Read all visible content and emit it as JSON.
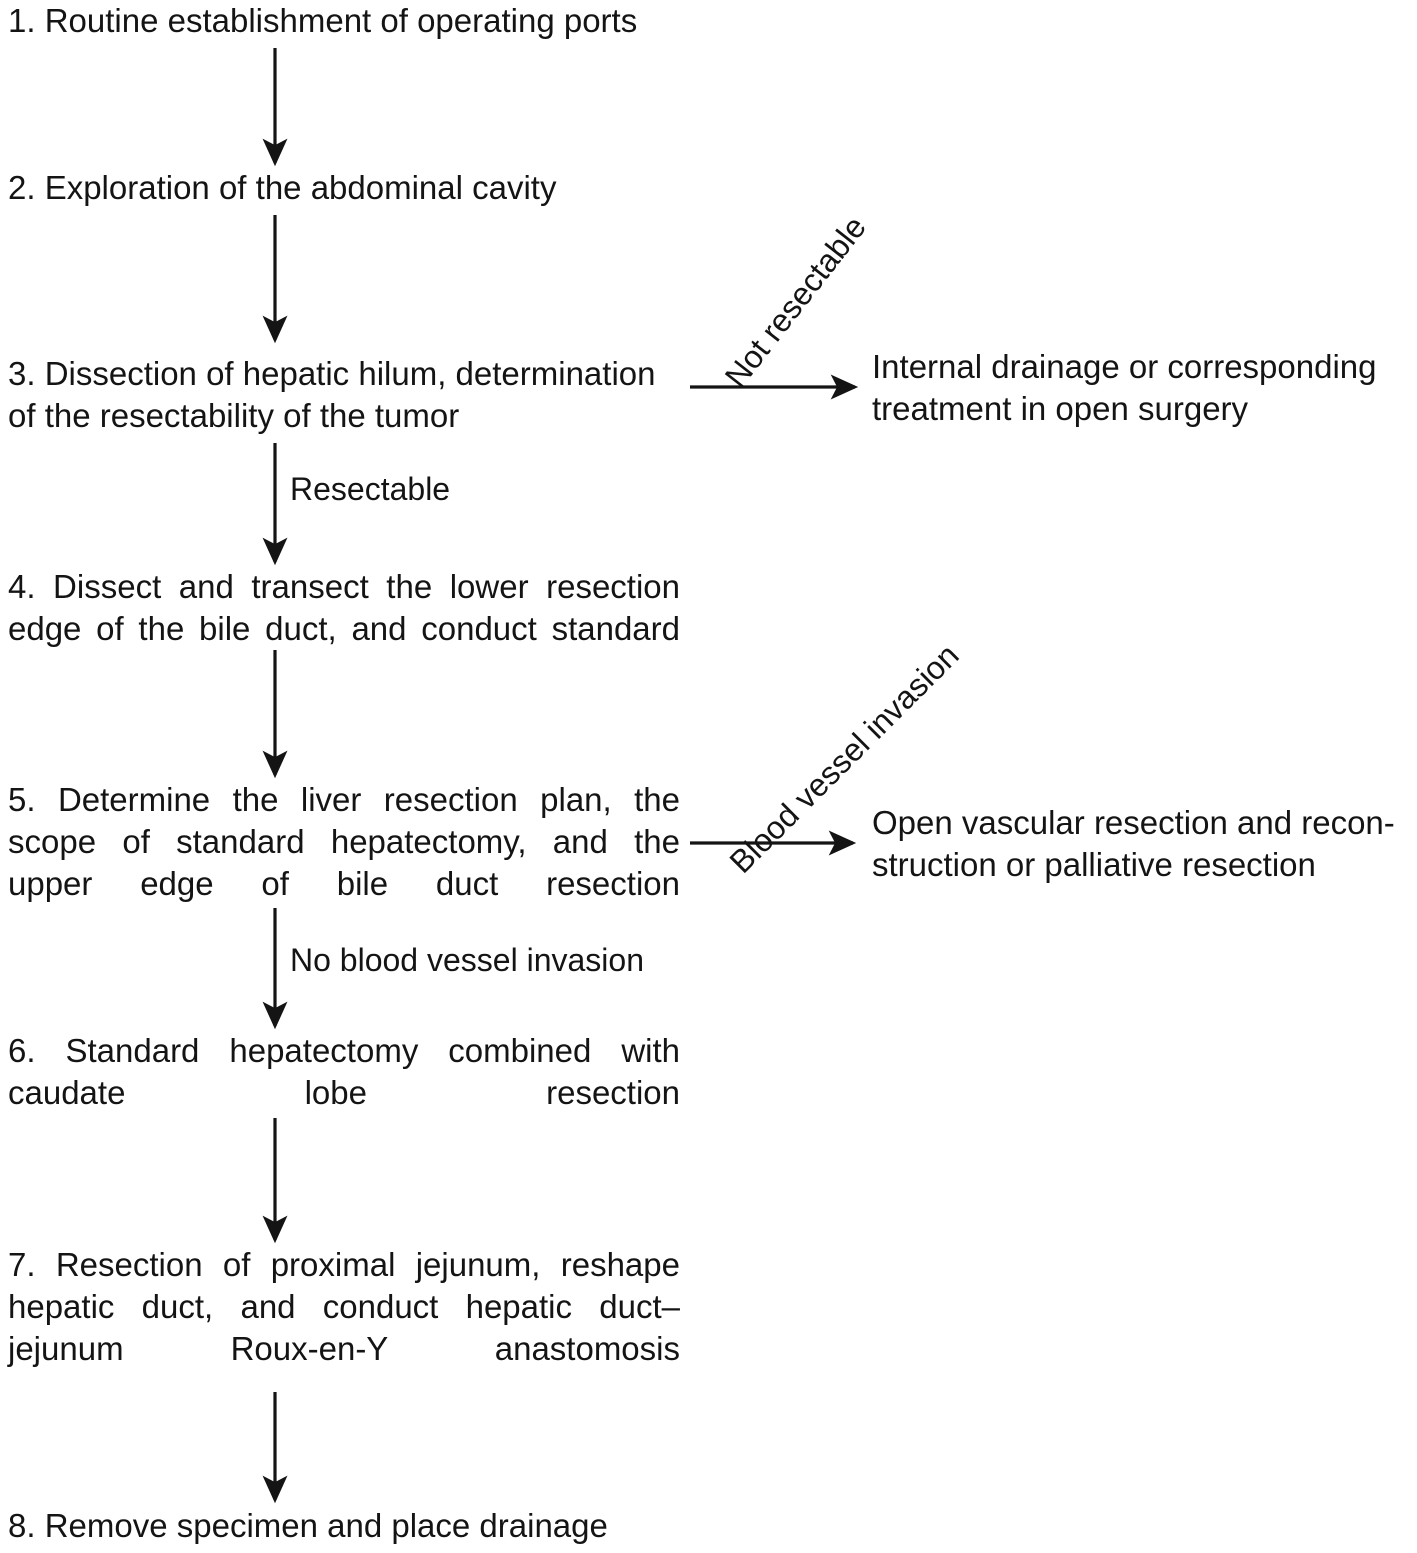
{
  "figure": {
    "type": "flowchart",
    "orientation": "vertical-with-side-branches",
    "background_color": "#ffffff",
    "line_color": "#141414",
    "text_color": "#141414"
  },
  "steps": [
    {
      "id": "step-1",
      "text": "1. Routine establishment of operating ports"
    },
    {
      "id": "step-2",
      "text": "2. Exploration of the abdominal cavity"
    },
    {
      "id": "step-3",
      "text": "3. Dissection of hepatic hilum, determination\nof the resectability of the tumor"
    },
    {
      "id": "step-4",
      "text": "4. Dissect and transect the lower resection edge of the bile duct, and conduct standard"
    },
    {
      "id": "step-5",
      "text": "5. Determine the liver resection plan, the scope of standard hepatectomy, and the upper edge of bile duct resection"
    },
    {
      "id": "step-6",
      "text": "6. Standard hepatectomy combined with caudate lobe resection"
    },
    {
      "id": "step-7",
      "text": "7. Resection of proximal jejunum, reshape hepatic duct, and conduct hepatic duct–jejunum Roux-en-Y anastomosis"
    },
    {
      "id": "step-8",
      "text": "8. Remove specimen and place drainage"
    }
  ],
  "branch_outcomes": [
    {
      "id": "outcome-not-resectable",
      "text": "Internal drainage or corresponding\ntreatment in open surgery"
    },
    {
      "id": "outcome-vessel-invasion",
      "text": "Open vascular resection and recon-\nstruction or palliative resection"
    }
  ],
  "edge_labels": [
    {
      "id": "label-not-resectable",
      "text": "Not resectable",
      "rotated": true,
      "angle_deg": -52
    },
    {
      "id": "label-resectable",
      "text": "Resectable",
      "rotated": false
    },
    {
      "id": "label-blood-vessel-invasion",
      "text": "Blood vessel invasion",
      "rotated": true,
      "angle_deg": -45
    },
    {
      "id": "label-no-blood-vessel-invasion",
      "text": "No blood vessel invasion",
      "rotated": false
    }
  ],
  "connections": [
    {
      "from": "step-1",
      "to": "step-2",
      "direction": "down",
      "label": ""
    },
    {
      "from": "step-2",
      "to": "step-3",
      "direction": "down",
      "label": ""
    },
    {
      "from": "step-3",
      "to": "outcome-not-resectable",
      "direction": "right",
      "label": "Not resectable"
    },
    {
      "from": "step-3",
      "to": "step-4",
      "direction": "down",
      "label": "Resectable"
    },
    {
      "from": "step-4",
      "to": "step-5",
      "direction": "down",
      "label": ""
    },
    {
      "from": "step-5",
      "to": "outcome-vessel-invasion",
      "direction": "right",
      "label": "Blood vessel invasion"
    },
    {
      "from": "step-5",
      "to": "step-6",
      "direction": "down",
      "label": "No blood vessel invasion"
    },
    {
      "from": "step-6",
      "to": "step-7",
      "direction": "down",
      "label": ""
    },
    {
      "from": "step-7",
      "to": "step-8",
      "direction": "down",
      "label": ""
    }
  ]
}
